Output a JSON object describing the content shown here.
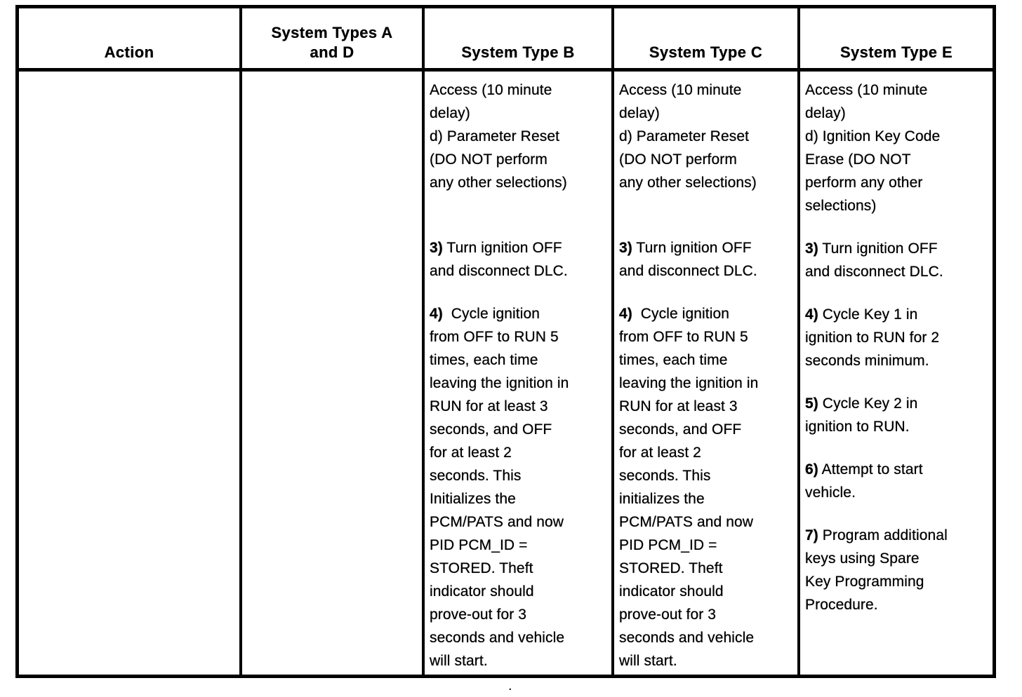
{
  "table": {
    "columns": [
      {
        "id": "action",
        "header_lines": [
          "Action"
        ],
        "blocks": []
      },
      {
        "id": "system-types-a-d",
        "header_lines": [
          "System Types A",
          "and D"
        ],
        "blocks": []
      },
      {
        "id": "system-type-b",
        "header_lines": [
          "System Type B"
        ],
        "blocks": [
          {
            "lines": [
              "Access (10 minute",
              "delay)",
              "d) Parameter Reset",
              "(DO NOT perform",
              "any other selections)"
            ]
          },
          {
            "prefix": "3)",
            "lines": [
              "3) Turn ignition OFF",
              "and disconnect DLC."
            ]
          },
          {
            "prefix": "4)",
            "lines": [
              "4)  Cycle ignition",
              "from OFF to RUN 5",
              "times, each time",
              "leaving the ignition in",
              "RUN for at least 3",
              "seconds, and OFF",
              "for at least 2",
              "seconds. This",
              "Initializes the",
              "PCM/PATS and now",
              "PID PCM_ID =",
              "STORED. Theft",
              "indicator should",
              "prove-out for 3",
              "seconds and vehicle",
              "will start."
            ]
          }
        ]
      },
      {
        "id": "system-type-c",
        "header_lines": [
          "System Type C"
        ],
        "blocks": [
          {
            "lines": [
              "Access (10 minute",
              "delay)",
              "d) Parameter Reset",
              "(DO NOT perform",
              "any other selections)"
            ]
          },
          {
            "prefix": "3)",
            "lines": [
              "3) Turn ignition OFF",
              "and disconnect DLC."
            ]
          },
          {
            "prefix": "4)",
            "lines": [
              "4)  Cycle ignition",
              "from OFF to RUN 5",
              "times, each time",
              "leaving the ignition in",
              "RUN for at least 3",
              "seconds, and OFF",
              "for at least 2",
              "seconds. This",
              "initializes the",
              "PCM/PATS and now",
              "PID PCM_ID =",
              "STORED. Theft",
              "indicator should",
              "prove-out for 3",
              "seconds and vehicle",
              "will start."
            ]
          }
        ]
      },
      {
        "id": "system-type-e",
        "header_lines": [
          "System Type E"
        ],
        "blocks": [
          {
            "lines": [
              "Access (10 minute",
              "delay)",
              "d) Ignition Key Code",
              "Erase (DO NOT",
              "perform any other",
              "selections)"
            ]
          },
          {
            "prefix": "3)",
            "lines": [
              "3) Turn ignition OFF",
              "and disconnect DLC."
            ]
          },
          {
            "prefix": "4)",
            "lines": [
              "4) Cycle Key 1 in",
              "ignition to RUN for 2",
              "seconds minimum."
            ]
          },
          {
            "prefix": "5)",
            "lines": [
              "5) Cycle Key 2 in",
              "ignition to RUN."
            ]
          },
          {
            "prefix": "6)",
            "lines": [
              "6) Attempt to start",
              "vehicle."
            ]
          },
          {
            "prefix": "7)",
            "lines": [
              "7) Program additional",
              "keys using Spare",
              "Key Programming",
              "Procedure."
            ]
          }
        ]
      }
    ]
  },
  "artifacts": {
    "stray_mark": "."
  },
  "colors": {
    "ink": "#000000",
    "paper": "#ffffff"
  }
}
